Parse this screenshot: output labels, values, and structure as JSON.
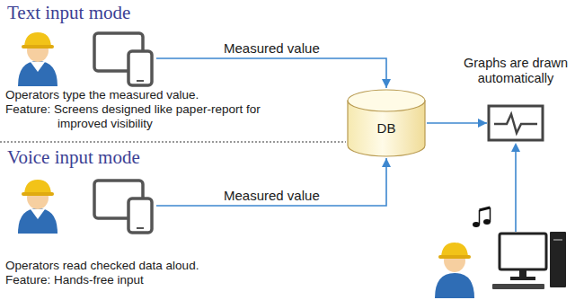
{
  "diagram": {
    "nodes": [
      {
        "text": [
          "Operators type the measured value.",
          "Feature: Screens designed like paper-report for improved visibility"
        ]
      },
      {
        "text": [
          "Operators read checked data aloud.",
          "Feature: Hands-free input"
        ]
      },
      {
        "text": [
          "DB"
        ]
      },
      {
        "text": [
          "Graphs are drawn automatically"
        ]
      }
    ],
    "edges": [
      {
        "from": 0,
        "to": 2,
        "label": "Measured value",
        "arrow": "to"
      },
      {
        "from": 1,
        "to": 2,
        "label": "Measured value",
        "arrow": "to"
      },
      {
        "from": 2,
        "to": 3,
        "arrow": "to"
      }
    ],
    "labels": [
      "Text input mode",
      "Voice input mode"
    ]
  }
}
